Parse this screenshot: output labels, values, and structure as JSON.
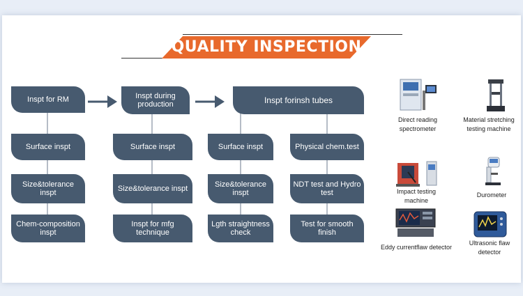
{
  "title": "QUALITY INSPECTION",
  "columns": [
    {
      "header": "Inspt for RM",
      "steps": [
        "Surface inspt",
        "Size&tolerance inspt",
        "Chem-composition inspt"
      ]
    },
    {
      "header": "Inspt during production",
      "steps": [
        "Surface inspt",
        "Size&tolerance inspt",
        "Inspt for mfg technique"
      ]
    },
    {
      "header": "Inspt forinsh tubes",
      "left_steps": [
        "Surface inspt",
        "Size&tolerance inspt",
        "Lgth straightness check"
      ],
      "right_steps": [
        "Physical chem.test",
        "NDT test and Hydro test",
        "Test for smooth finish"
      ]
    }
  ],
  "equipment": [
    {
      "label": "Direct reading spectrometer",
      "icon": "spectrometer-icon"
    },
    {
      "label": "Material stretching testing machine",
      "icon": "tensile-machine-icon"
    },
    {
      "label": "Impact testing machine",
      "icon": "impact-tester-icon"
    },
    {
      "label": "Durometer",
      "icon": "durometer-icon"
    },
    {
      "label": "Eddy currentflaw detector",
      "icon": "eddy-current-detector-icon"
    },
    {
      "label": "Ultrasonic flaw detector",
      "icon": "ultrasonic-detector-icon"
    }
  ],
  "colors": {
    "box": "#475a6f",
    "banner": "#e8692c",
    "connector": "#b5bcc6",
    "arrow": "#475a6f"
  }
}
